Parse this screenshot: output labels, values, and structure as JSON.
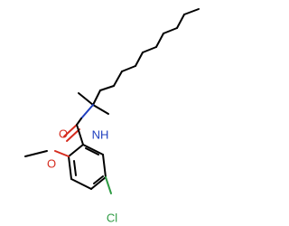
{
  "molecule": {
    "atoms": {
      "nh": "NH",
      "o_carbonyl": "O",
      "o_methoxy": "O",
      "cl": "Cl"
    },
    "colors": {
      "carbon": "#000000",
      "oxygen": "#d52b1e",
      "nitrogen": "#1f3fbf",
      "chlorine": "#2e9b43",
      "background": "#ffffff"
    }
  }
}
